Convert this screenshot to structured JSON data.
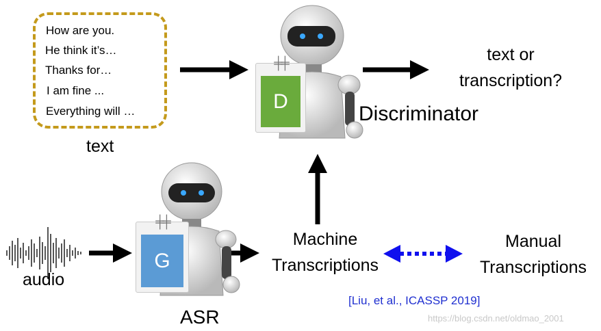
{
  "text_samples": {
    "lines": [
      "How are you.",
      "He think it’s…",
      "Thanks for…",
      "I am fine ...",
      "Everything will …"
    ],
    "caption": "text"
  },
  "discriminator": {
    "letter": "D",
    "label": "Discriminator",
    "color": "#6aab3c",
    "output_line1": "text or",
    "output_line2": "transcription?"
  },
  "generator": {
    "letter": "G",
    "label": "ASR",
    "color": "#5b9bd5"
  },
  "audio": {
    "label": "audio"
  },
  "machine": {
    "line1": "Machine",
    "line2": "Transcriptions"
  },
  "manual": {
    "line1": "Manual",
    "line2": "Transcriptions"
  },
  "citation": "[Liu, et al., ICASSP 2019]",
  "watermark": "https://blog.csdn.net/oldmao_2001",
  "colors": {
    "dashed_border": "#c49a1c",
    "double_arrow": "#1010ee",
    "citation": "#1f2fd0"
  }
}
